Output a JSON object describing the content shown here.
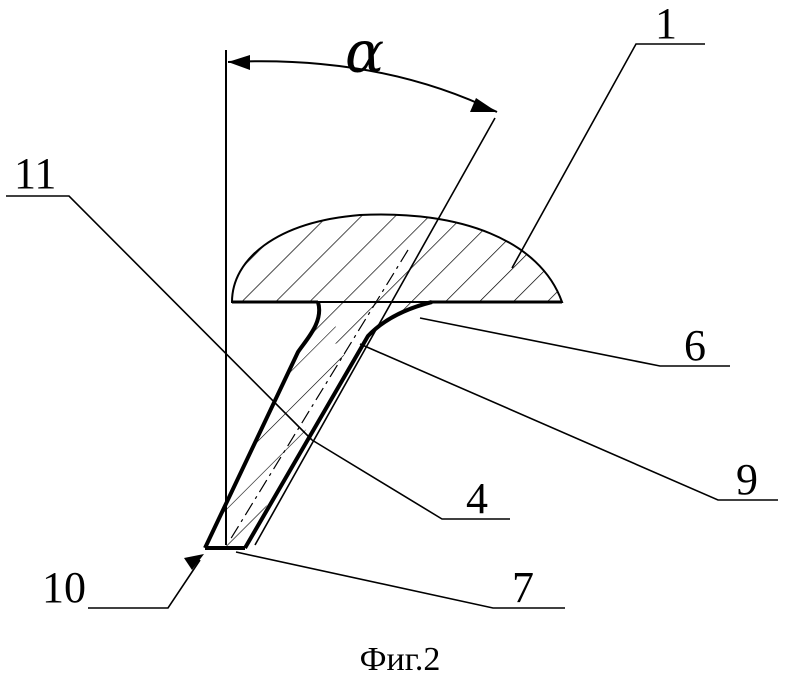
{
  "figure": {
    "caption": "Фиг.2",
    "angle_symbol": "α",
    "callouts": [
      "1",
      "11",
      "6",
      "9",
      "4",
      "10",
      "7"
    ]
  },
  "colors": {
    "ink": "#000000",
    "paper": "#ffffff"
  }
}
